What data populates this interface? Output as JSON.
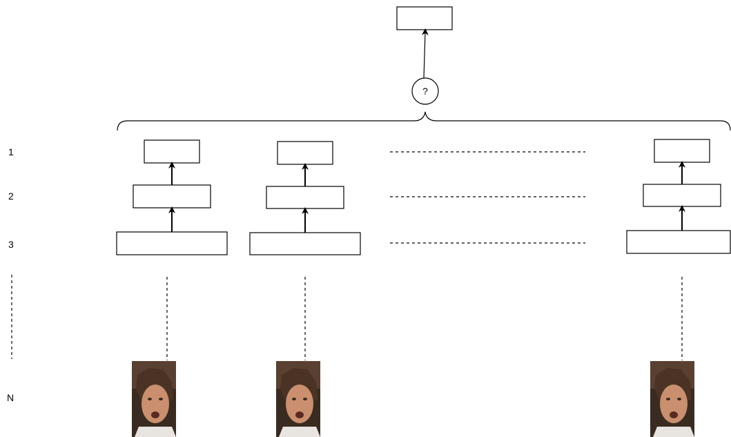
{
  "diagram": {
    "row_labels": [
      "1",
      "2",
      "3",
      "N"
    ],
    "aggregator_label": "?",
    "columns": [
      {
        "image_icon": "face-photo-icon"
      },
      {
        "image_icon": "face-photo-icon"
      },
      {
        "image_icon": "face-photo-icon"
      }
    ],
    "colors": {
      "stroke": "#000000",
      "background": "#ffffff",
      "photo_dark": "#3a2b20",
      "photo_skin": "#c98f6e",
      "photo_hair": "#4a3325"
    }
  }
}
